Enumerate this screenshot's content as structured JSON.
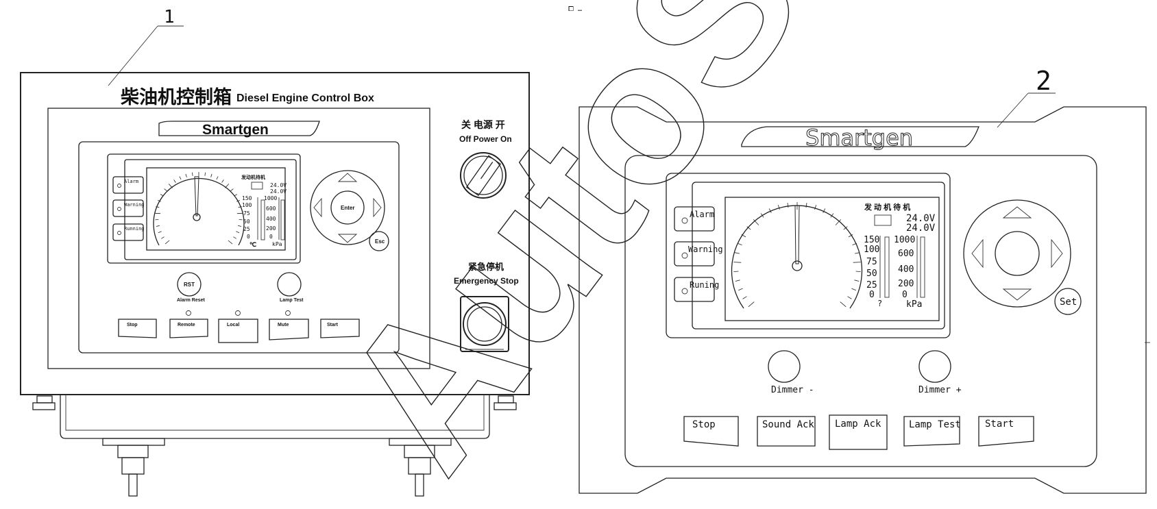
{
  "callouts": {
    "left": "1",
    "right": "2"
  },
  "corner_mark": "⧠ …",
  "watermark": "AutoSoft",
  "left_box": {
    "title_cn": "柴油机控制箱",
    "title_en": "Diesel Engine Control Box",
    "brand": "Smartgen",
    "indicators": [
      "Alarm",
      "Warning",
      "Running"
    ],
    "lcd": {
      "status_cn": "发动机待机",
      "voltage1": "24.0V",
      "voltage2": "24.0V",
      "temp_scale": [
        "150",
        "100",
        "75",
        "50",
        "25",
        "0"
      ],
      "temp_unit": "℃",
      "press_scale": [
        "1000",
        "600",
        "400",
        "200",
        "0"
      ],
      "press_unit": "kPa"
    },
    "nav": {
      "enter": "Enter",
      "esc": "Esc"
    },
    "rst_button": "RST",
    "rst_label": "Alarm Reset",
    "lamp_label": "Lamp Test",
    "buttons": [
      "Stop",
      "Remote",
      "Local",
      "Mute",
      "Start"
    ],
    "power_cn": "关 电源 开",
    "power_en": "Off Power On",
    "estop_cn": "紧急停机",
    "estop_en": "Emergency Stop"
  },
  "right_box": {
    "brand": "Smartgen",
    "indicators": [
      "Alarm",
      "Warning",
      "Runing"
    ],
    "lcd": {
      "status_cn": "发 动 机 待 机",
      "voltage1": "24.0V",
      "voltage2": "24.0V",
      "temp_scale": [
        "150",
        "100",
        "75",
        "50",
        "25",
        "0"
      ],
      "temp_unit": "?",
      "press_scale": [
        "1000",
        "600",
        "400",
        "200",
        "0"
      ],
      "press_unit": "kPa"
    },
    "nav": {
      "set": "Set"
    },
    "dimmer_minus": "Dimmer -",
    "dimmer_plus": "Dimmer +",
    "buttons": [
      "Stop",
      "Sound Ack",
      "Lamp Ack",
      "Lamp Test",
      "Start"
    ]
  }
}
